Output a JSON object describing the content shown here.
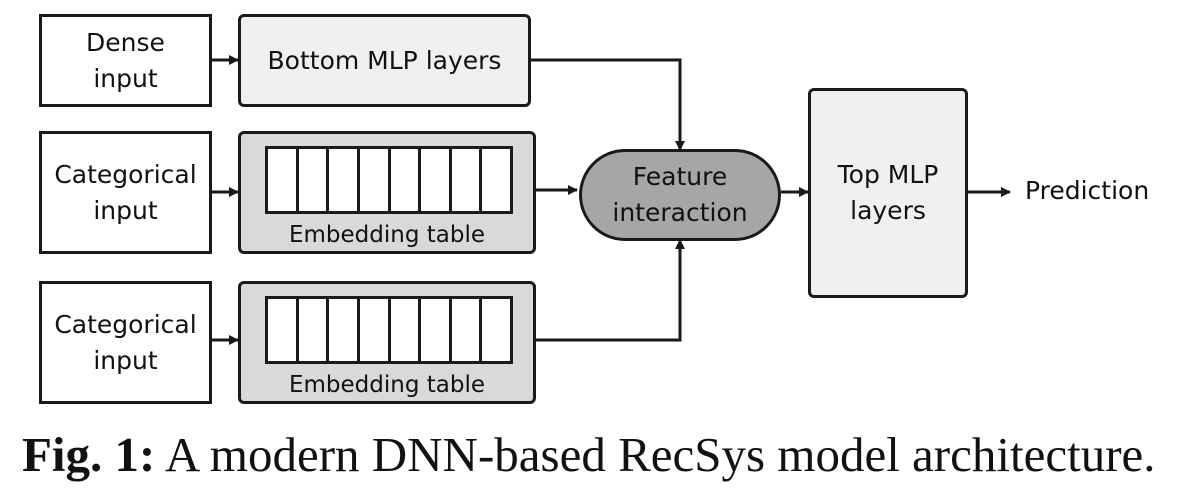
{
  "nodes": {
    "dense_input": [
      "Dense",
      "input"
    ],
    "bottom_mlp": "Bottom MLP layers",
    "categorical_input_1": [
      "Categorical",
      "input"
    ],
    "embedding_table_1": "Embedding table",
    "categorical_input_2": [
      "Categorical",
      "input"
    ],
    "embedding_table_2": "Embedding table",
    "feature_interaction": [
      "Feature",
      "interaction"
    ],
    "top_mlp": [
      "Top MLP",
      "layers"
    ],
    "prediction": "Prediction"
  },
  "embedding_cells": 8,
  "colors": {
    "stroke": "#1a1a1a",
    "mlp_fill": "#f0f0f0",
    "embedding_fill": "#d9d9d9",
    "feature_fill": "#a6a6a6"
  },
  "caption": {
    "label": "Fig. 1:",
    "text": " A modern DNN-based RecSys model architecture."
  }
}
